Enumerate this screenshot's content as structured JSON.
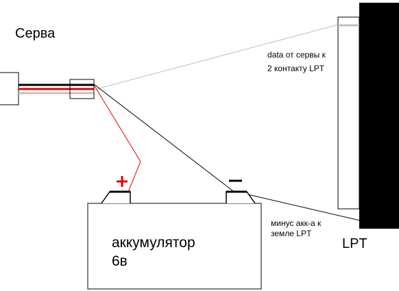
{
  "labels": {
    "servo": "Серва",
    "data_note_line1": "data от сервы к",
    "data_note_line2": "2 контакту LPT",
    "ground_note_line1": "минус акк-а к",
    "ground_note_line2": "земле LPT",
    "battery_line1": "аккумулятор",
    "battery_line2": "6в",
    "lpt": "LPT"
  },
  "colors": {
    "outline": "#000000",
    "plus_wire": "#e00000",
    "signal_wire": "#c0c0c0",
    "ground_wire": "#000000",
    "lpt_body": "#000000",
    "plus_sign": "#e00000",
    "minus_sign": "#000000"
  }
}
